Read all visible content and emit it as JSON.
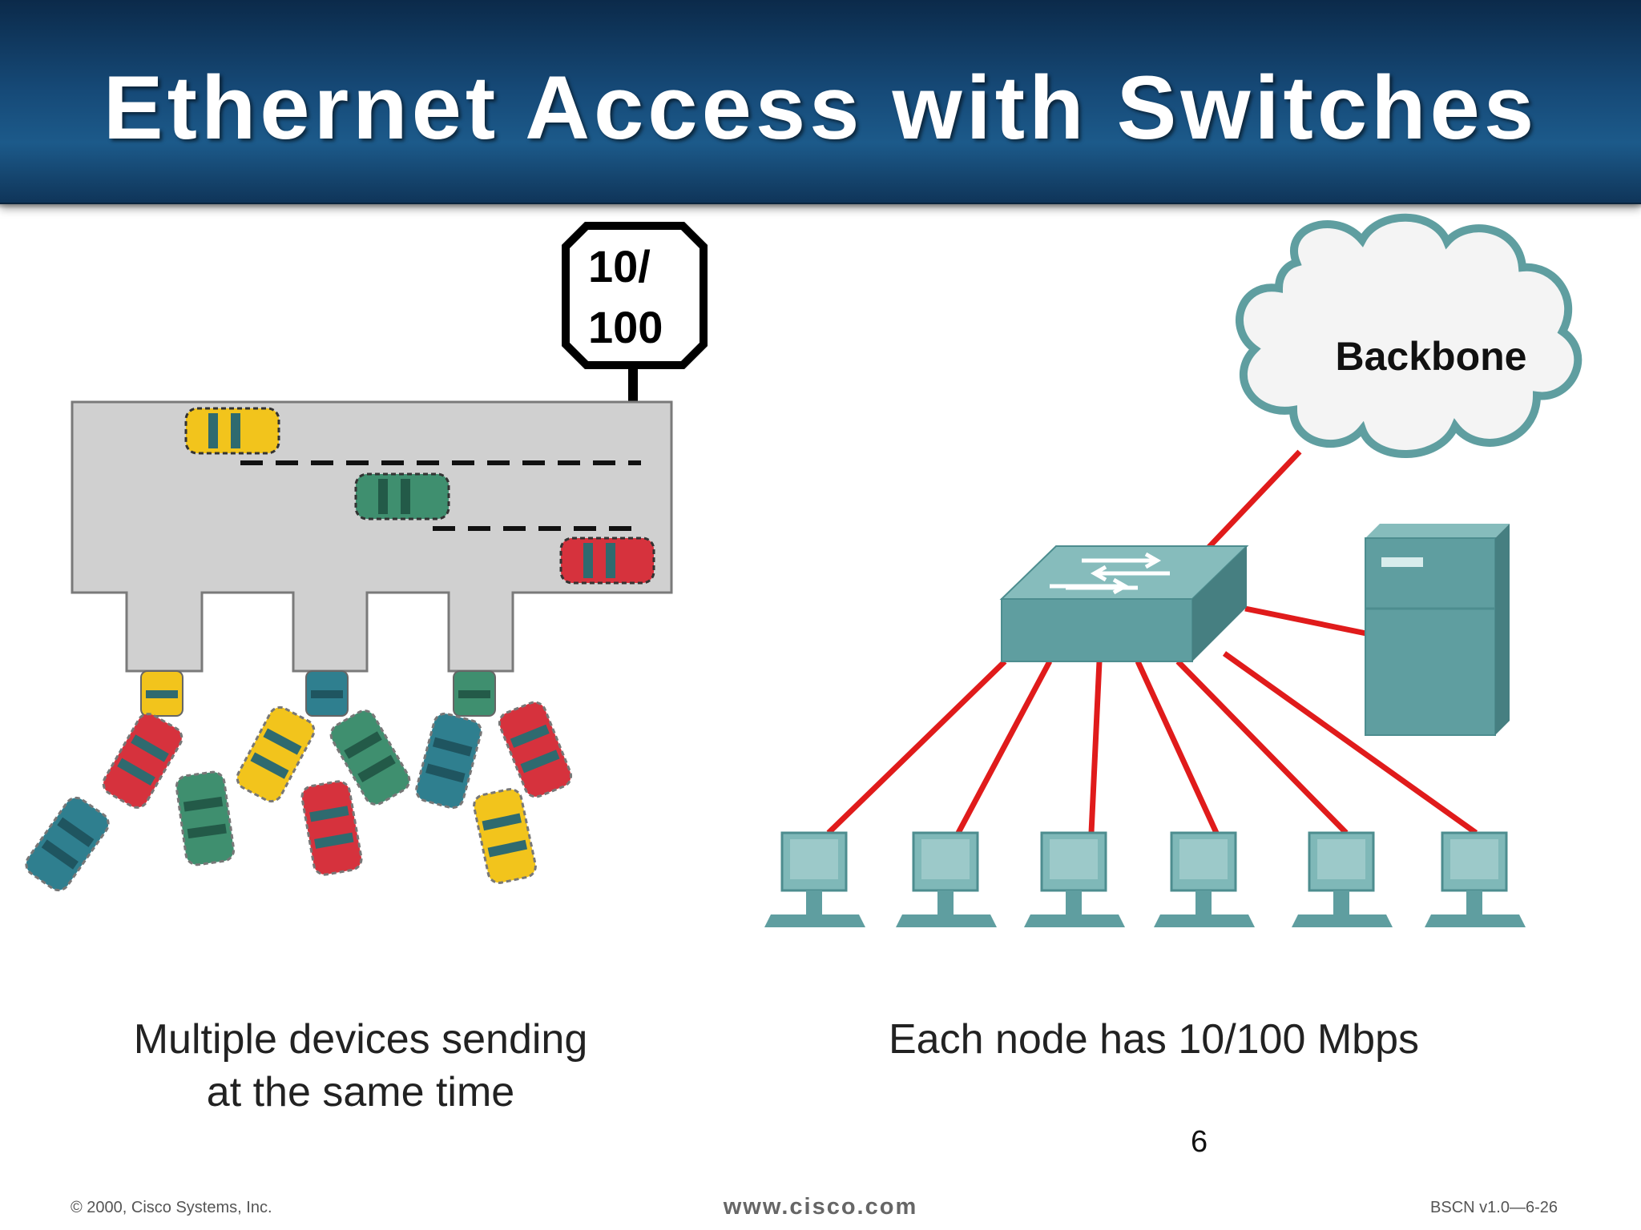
{
  "slide": {
    "title": "Ethernet Access with Switches",
    "page_number": "6"
  },
  "left_panel": {
    "sign_line1": "10/",
    "sign_line2": "100",
    "caption_line1": "Multiple devices sending",
    "caption_line2": "at the same time"
  },
  "right_panel": {
    "cloud_label": "Backbone",
    "caption": "Each node has 10/100 Mbps"
  },
  "footer": {
    "copyright": "© 2000, Cisco Systems, Inc.",
    "website": "www.cisco.com",
    "course_code": "BSCN v1.0—6-26"
  },
  "colors": {
    "link": "#e01b1b",
    "device": "#5f9ea0",
    "road": "#d0d0d0"
  }
}
